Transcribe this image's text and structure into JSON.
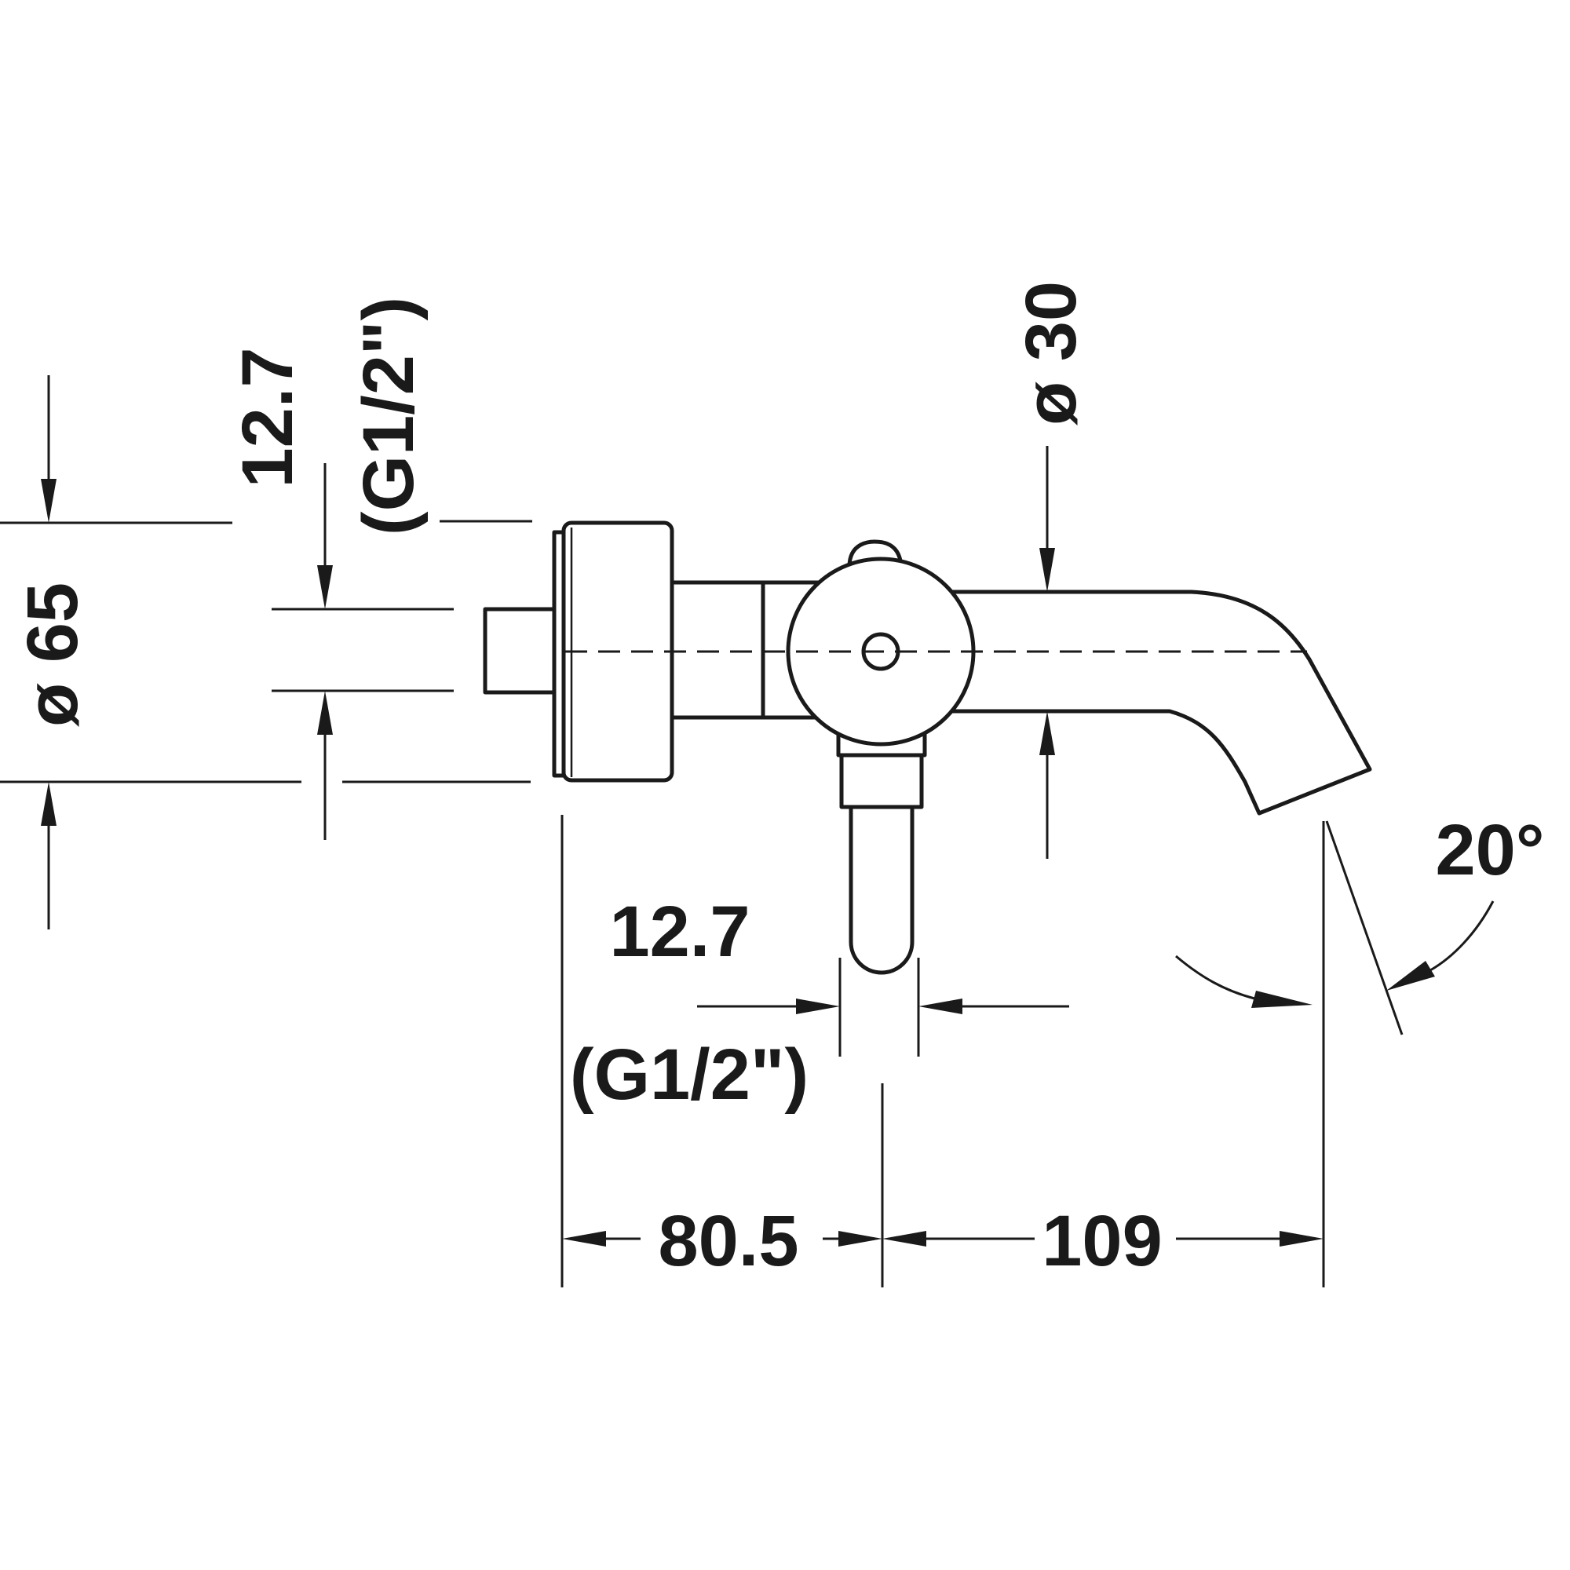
{
  "dimensions": {
    "outer_diameter": "ø 65",
    "inlet_size": "12.7",
    "inlet_thread": "(G1/2\")",
    "spout_diameter": "ø 30",
    "outlet_size": "12.7",
    "outlet_thread": "(G1/2\")",
    "projection_to_diverter": "80.5",
    "spout_reach": "109",
    "spout_angle": "20°"
  }
}
